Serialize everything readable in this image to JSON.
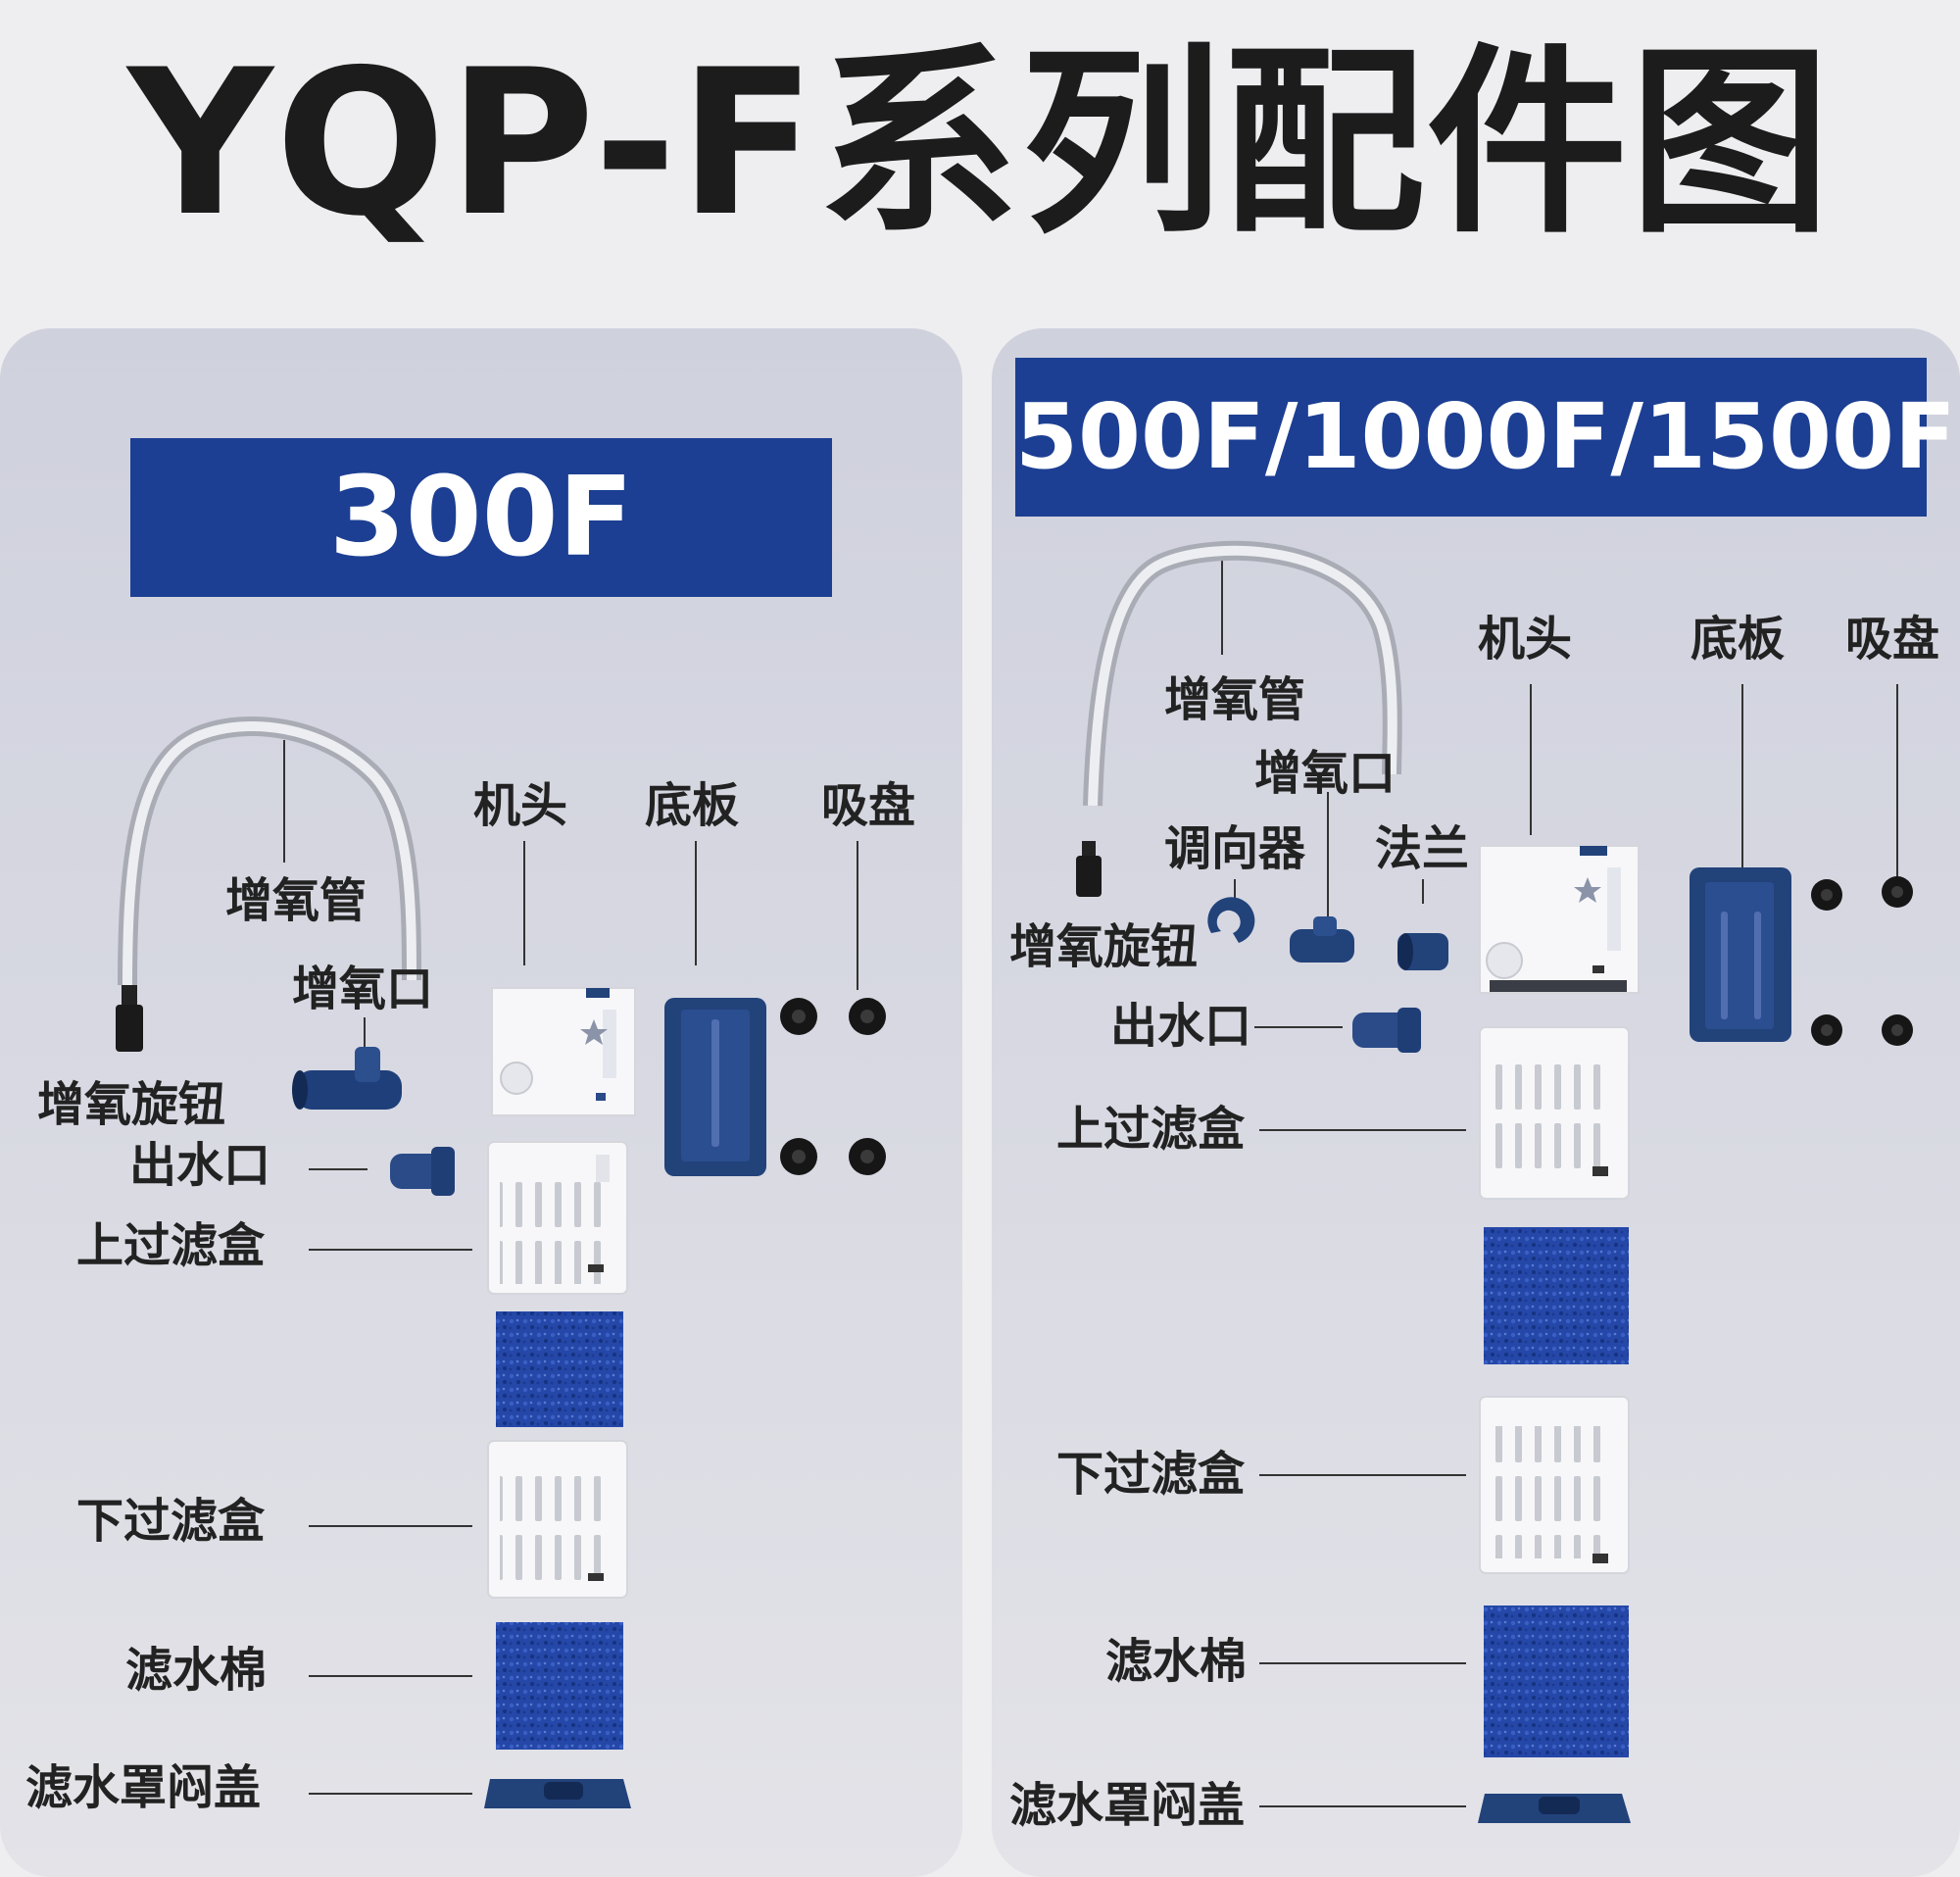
{
  "title": "YQP-F系列配件图",
  "left_panel": {
    "model": "300F",
    "labels": {
      "air_tube": "增氧管",
      "air_inlet": "增氧口",
      "motor_head": "机头",
      "base_plate": "底板",
      "suction_cup": "吸盘",
      "air_knob": "增氧旋钮",
      "water_outlet": "出水口",
      "upper_filter_box": "上过滤盒",
      "lower_filter_box": "下过滤盒",
      "filter_sponge": "滤水棉",
      "valve_cover": "滤水罩闷盖"
    }
  },
  "right_panel": {
    "model": "500F/1000F/1500F",
    "labels": {
      "air_tube": "增氧管",
      "motor_head": "机头",
      "base_plate": "底板",
      "suction_cup": "吸盘",
      "air_inlet": "增氧口",
      "direction_adjuster": "调向器",
      "flange": "法兰",
      "air_knob": "增氧旋钮",
      "water_outlet": "出水口",
      "upper_filter_box": "上过滤盒",
      "lower_filter_box": "下过滤盒",
      "filter_sponge": "滤水棉",
      "valve_cover": "滤水罩闷盖"
    }
  },
  "colors": {
    "banner": "#1c3f93",
    "navy_part": "#22427a",
    "sponge": "#2447a8",
    "white_part": "#f7f7f9"
  }
}
